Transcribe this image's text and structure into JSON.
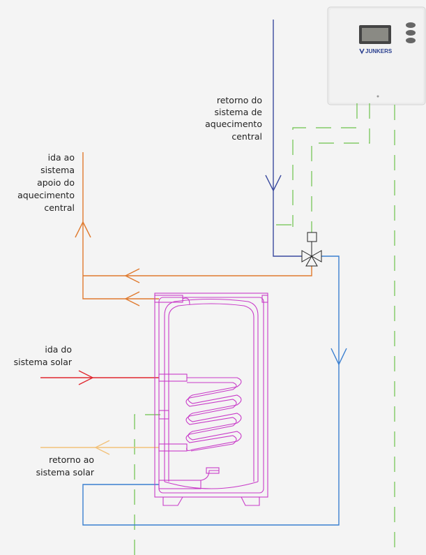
{
  "labels": {
    "return_heating": [
      "retorno do",
      "sistema de",
      "aquecimento",
      "central"
    ],
    "flow_heating_support": [
      "ida ao",
      "sistema",
      "apoio do",
      "aquecimento",
      "central"
    ],
    "flow_solar": [
      "ida do",
      "sistema solar"
    ],
    "return_solar": [
      "retorno ao",
      "sistema solar"
    ]
  },
  "controller": {
    "brand": "JUNKERS"
  },
  "colors": {
    "heating_return": "#3a4a9e",
    "heating_flow": "#e07a2e",
    "solar_flow": "#e0262e",
    "solar_return": "#f2c27a",
    "circulation": "#3a7fd0",
    "control_wire": "#6cc24a",
    "tank": "#c83ac8"
  }
}
